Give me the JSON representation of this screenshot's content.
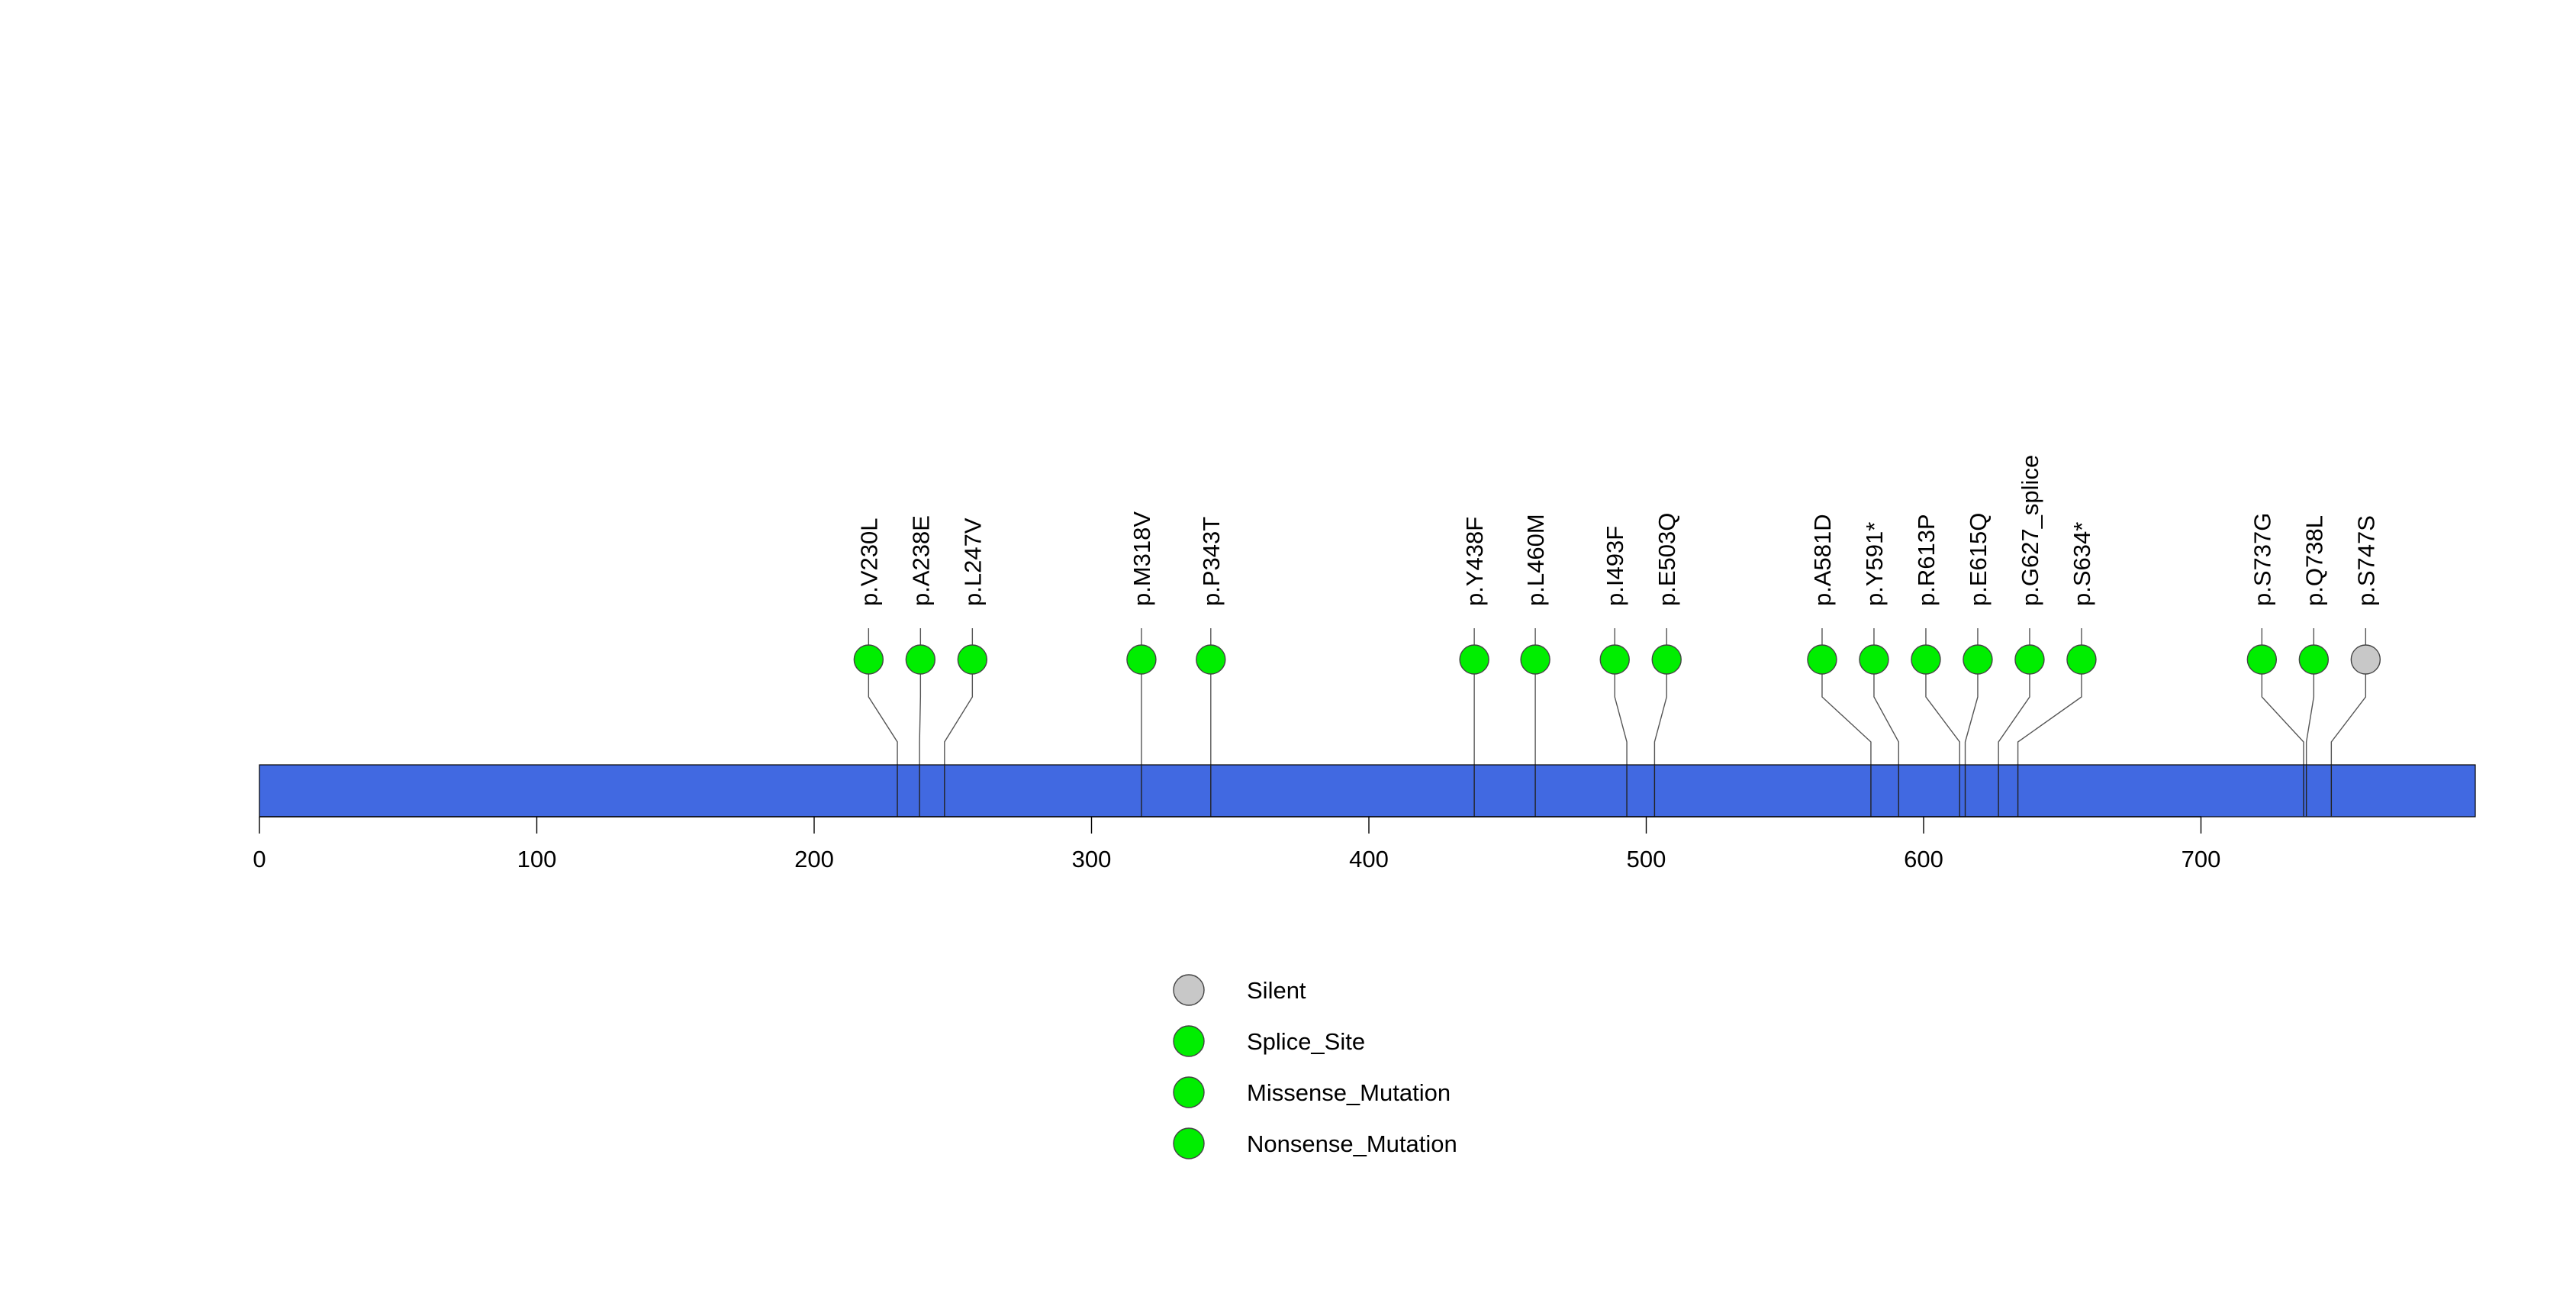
{
  "chart_data": {
    "type": "lollipop",
    "protein_length": 800,
    "xlim": [
      0,
      800
    ],
    "xticks": [
      0,
      100,
      200,
      300,
      400,
      500,
      600,
      700
    ],
    "colors": {
      "protein_bar": "#4169E1",
      "Silent": "#C8C8C8",
      "Splice_Site": "#00EE00",
      "Missense_Mutation": "#00EE00",
      "Nonsense_Mutation": "#00EE00"
    },
    "mutations": [
      {
        "label": "p.V230L",
        "position": 230,
        "type": "Missense_Mutation"
      },
      {
        "label": "p.A238E",
        "position": 238,
        "type": "Missense_Mutation"
      },
      {
        "label": "p.L247V",
        "position": 247,
        "type": "Missense_Mutation"
      },
      {
        "label": "p.M318V",
        "position": 318,
        "type": "Missense_Mutation"
      },
      {
        "label": "p.P343T",
        "position": 343,
        "type": "Missense_Mutation"
      },
      {
        "label": "p.Y438F",
        "position": 438,
        "type": "Missense_Mutation"
      },
      {
        "label": "p.L460M",
        "position": 460,
        "type": "Missense_Mutation"
      },
      {
        "label": "p.I493F",
        "position": 493,
        "type": "Missense_Mutation"
      },
      {
        "label": "p.E503Q",
        "position": 503,
        "type": "Missense_Mutation"
      },
      {
        "label": "p.A581D",
        "position": 581,
        "type": "Missense_Mutation"
      },
      {
        "label": "p.Y591*",
        "position": 591,
        "type": "Nonsense_Mutation"
      },
      {
        "label": "p.R613P",
        "position": 613,
        "type": "Missense_Mutation"
      },
      {
        "label": "p.E615Q",
        "position": 615,
        "type": "Missense_Mutation"
      },
      {
        "label": "p.G627_splice",
        "position": 627,
        "type": "Splice_Site"
      },
      {
        "label": "p.S634*",
        "position": 634,
        "type": "Nonsense_Mutation"
      },
      {
        "label": "p.S737G",
        "position": 737,
        "type": "Missense_Mutation"
      },
      {
        "label": "p.Q738L",
        "position": 738,
        "type": "Missense_Mutation"
      },
      {
        "label": "p.S747S",
        "position": 747,
        "type": "Silent"
      }
    ],
    "legend": [
      {
        "label": "Silent",
        "type": "Silent"
      },
      {
        "label": "Splice_Site",
        "type": "Splice_Site"
      },
      {
        "label": "Missense_Mutation",
        "type": "Missense_Mutation"
      },
      {
        "label": "Nonsense_Mutation",
        "type": "Nonsense_Mutation"
      }
    ]
  }
}
